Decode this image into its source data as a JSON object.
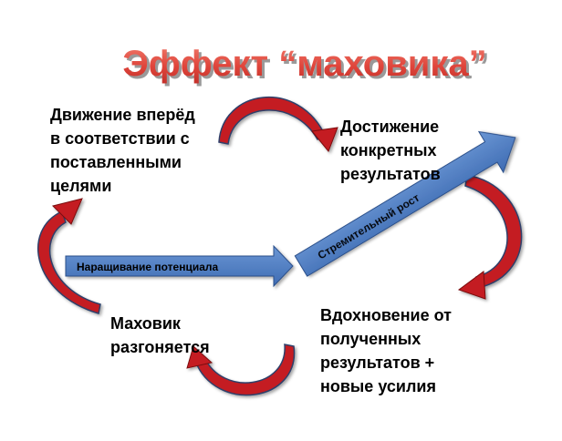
{
  "title": "Эффект “маховика”",
  "colors": {
    "title_fill": "#e0463c",
    "title_shadow": "#9a9a9a",
    "arc_red": "#c41f22",
    "arc_dark": "#7a0c10",
    "arc_edge": "#2d3f6b",
    "arrow_blue_top": "#6a96d4",
    "arrow_blue_bottom": "#3f6cb3",
    "arrow_outline": "#2c4f8a",
    "text": "#000000"
  },
  "stages": [
    {
      "id": "movement",
      "text": "Движение вперёд\nв соответствии с\nпоставленными\nцелями"
    },
    {
      "id": "results",
      "text": "Достижение\nконкретных\nрезультатов"
    },
    {
      "id": "inspiration",
      "text": "Вдохновение от\nполученных\nрезультатов +\nновые усилия"
    },
    {
      "id": "spinning",
      "text": "Маховик\nразгоняется"
    }
  ],
  "arrows": {
    "potential": {
      "label": "Наращивание  потенциала"
    },
    "growth": {
      "label": "Стремительный рост"
    }
  }
}
